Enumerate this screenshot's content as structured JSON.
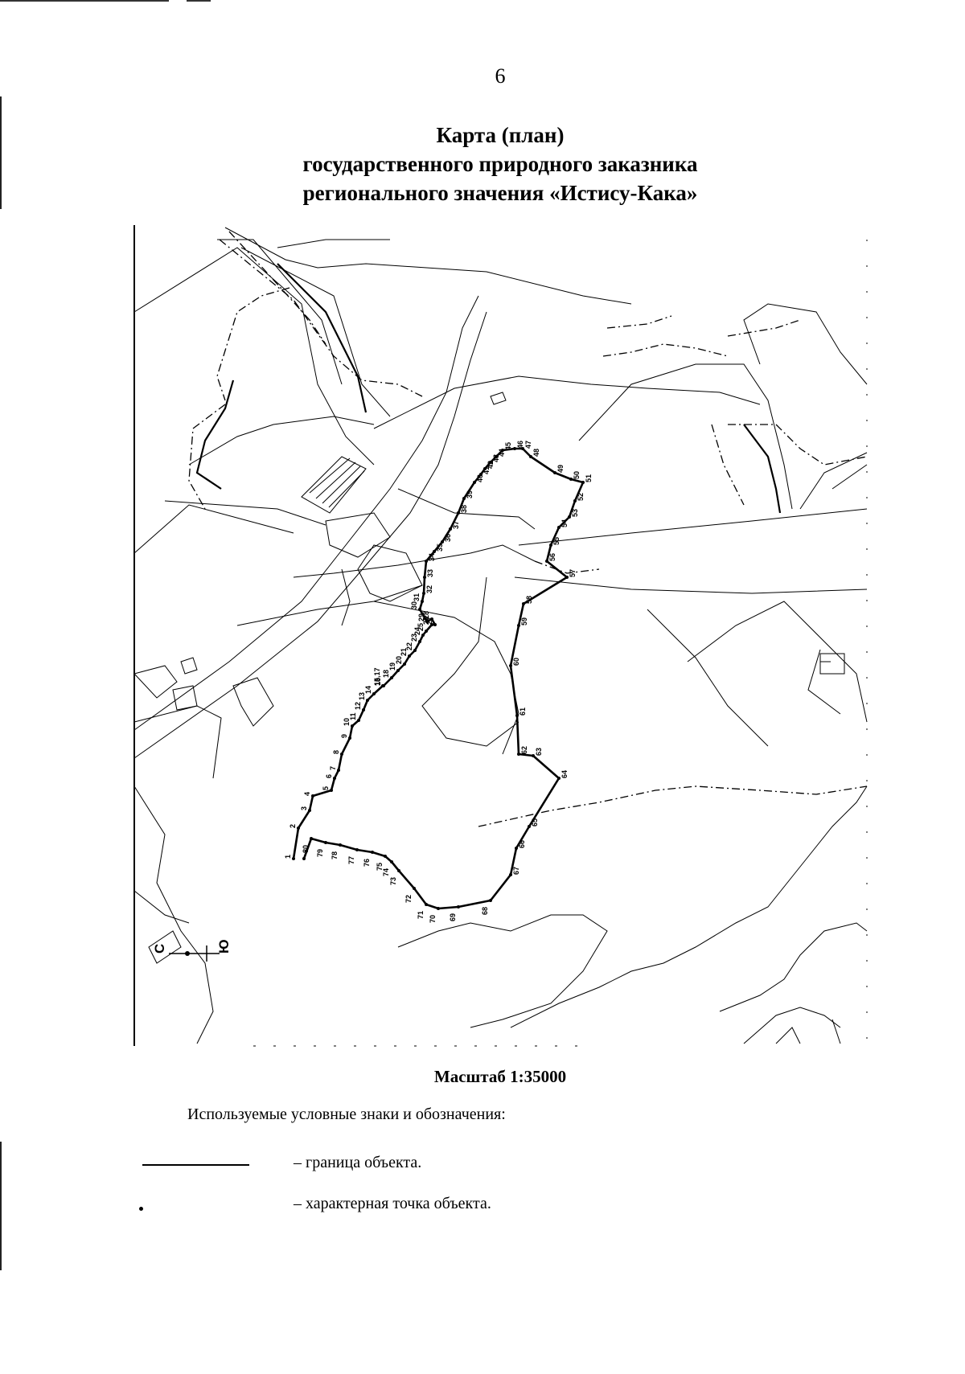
{
  "page_number": "6",
  "title": {
    "line1": "Карта (план)",
    "line2": "государственного природного заказника",
    "line3": "регионального значения «Истису-Кака»"
  },
  "map": {
    "boundary_point_labels": [
      "1",
      "2",
      "3",
      "4",
      "5",
      "6",
      "7",
      "8",
      "9",
      "10",
      "11",
      "12",
      "13",
      "14",
      "15,17",
      "16",
      "18",
      "19",
      "20",
      "21",
      "22",
      "23",
      "24",
      "25",
      "26",
      "27",
      "28",
      "29",
      "30",
      "31",
      "32",
      "33",
      "34",
      "35",
      "36",
      "37",
      "38",
      "39",
      "40",
      "41",
      "42",
      "43",
      "44",
      "45",
      "46",
      "47",
      "48",
      "49",
      "50",
      "51",
      "52",
      "53",
      "54",
      "55",
      "56",
      "57",
      "58",
      "59",
      "60",
      "61",
      "62",
      "63",
      "64",
      "65",
      "66",
      "67",
      "68",
      "69",
      "70",
      "71",
      "72",
      "73",
      "74",
      "75",
      "76",
      "77",
      "78",
      "79",
      "80"
    ],
    "compass_labels": [
      "С",
      "Ю"
    ],
    "line_color": "#000000"
  },
  "scale": "Масштаб 1:35000",
  "legend": {
    "heading": "Используемые условные знаки и обозначения:",
    "items": [
      {
        "symbol": "solid-line",
        "text": "– граница объекта."
      },
      {
        "symbol": "dot",
        "text": "– характерная точка объекта."
      }
    ]
  }
}
